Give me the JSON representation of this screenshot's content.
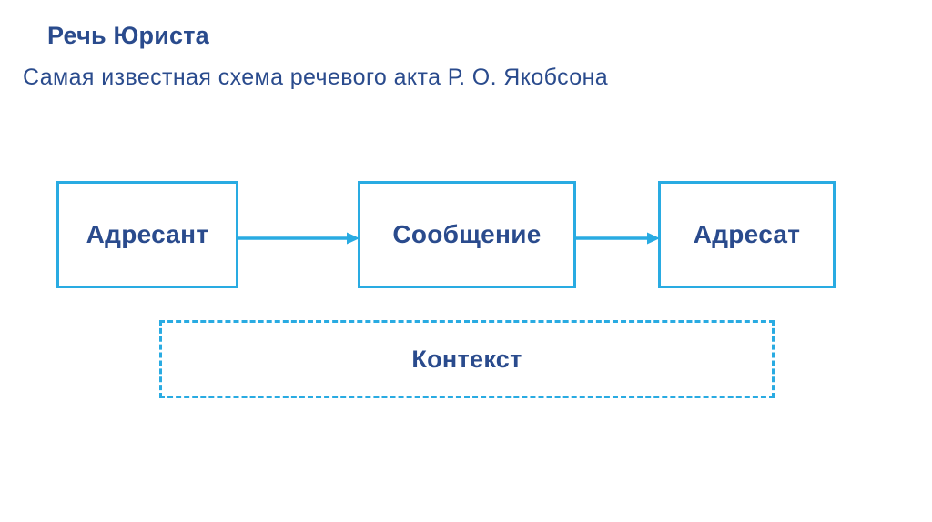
{
  "slide": {
    "title": "Речь Юриста",
    "subtitle": "Самая известная схема речевого акта Р. О. Якобсона"
  },
  "colors": {
    "accent_border": "#29abe2",
    "text_navy": "#2a4b8d",
    "background": "#ffffff"
  },
  "diagram": {
    "type": "flow",
    "nodes": [
      {
        "id": "sender",
        "label": "Адресант",
        "style": "solid"
      },
      {
        "id": "message",
        "label": "Сообщение",
        "style": "solid"
      },
      {
        "id": "receiver",
        "label": "Адресат",
        "style": "solid"
      },
      {
        "id": "context",
        "label": "Контекст",
        "style": "dashed"
      }
    ],
    "arrows": [
      {
        "from": "sender",
        "to": "message",
        "direction": "right"
      },
      {
        "from": "message",
        "to": "receiver",
        "direction": "right"
      }
    ]
  }
}
